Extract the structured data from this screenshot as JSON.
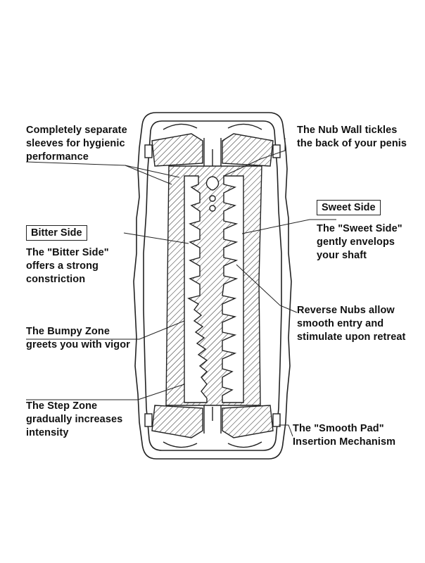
{
  "labels": {
    "separate_sleeves": "Completely separate\nsleeves for hygienic\nperformance",
    "nub_wall": "The Nub Wall tickles\nthe back of your penis",
    "sweet_side_tag": "Sweet Side",
    "sweet_side_desc": "The \"Sweet Side\"\ngently envelops\nyour shaft",
    "bitter_side_tag": "Bitter Side",
    "bitter_side_desc": "The \"Bitter Side\"\noffers a strong\nconstriction",
    "reverse_nubs": "Reverse Nubs allow\nsmooth entry and\nstimulate upon retreat",
    "bumpy_zone": "The Bumpy Zone\ngreets you with vigor",
    "step_zone": "The Step Zone\ngradually increases\nintensity",
    "smooth_pad": "The \"Smooth Pad\"\nInsertion Mechanism"
  }
}
